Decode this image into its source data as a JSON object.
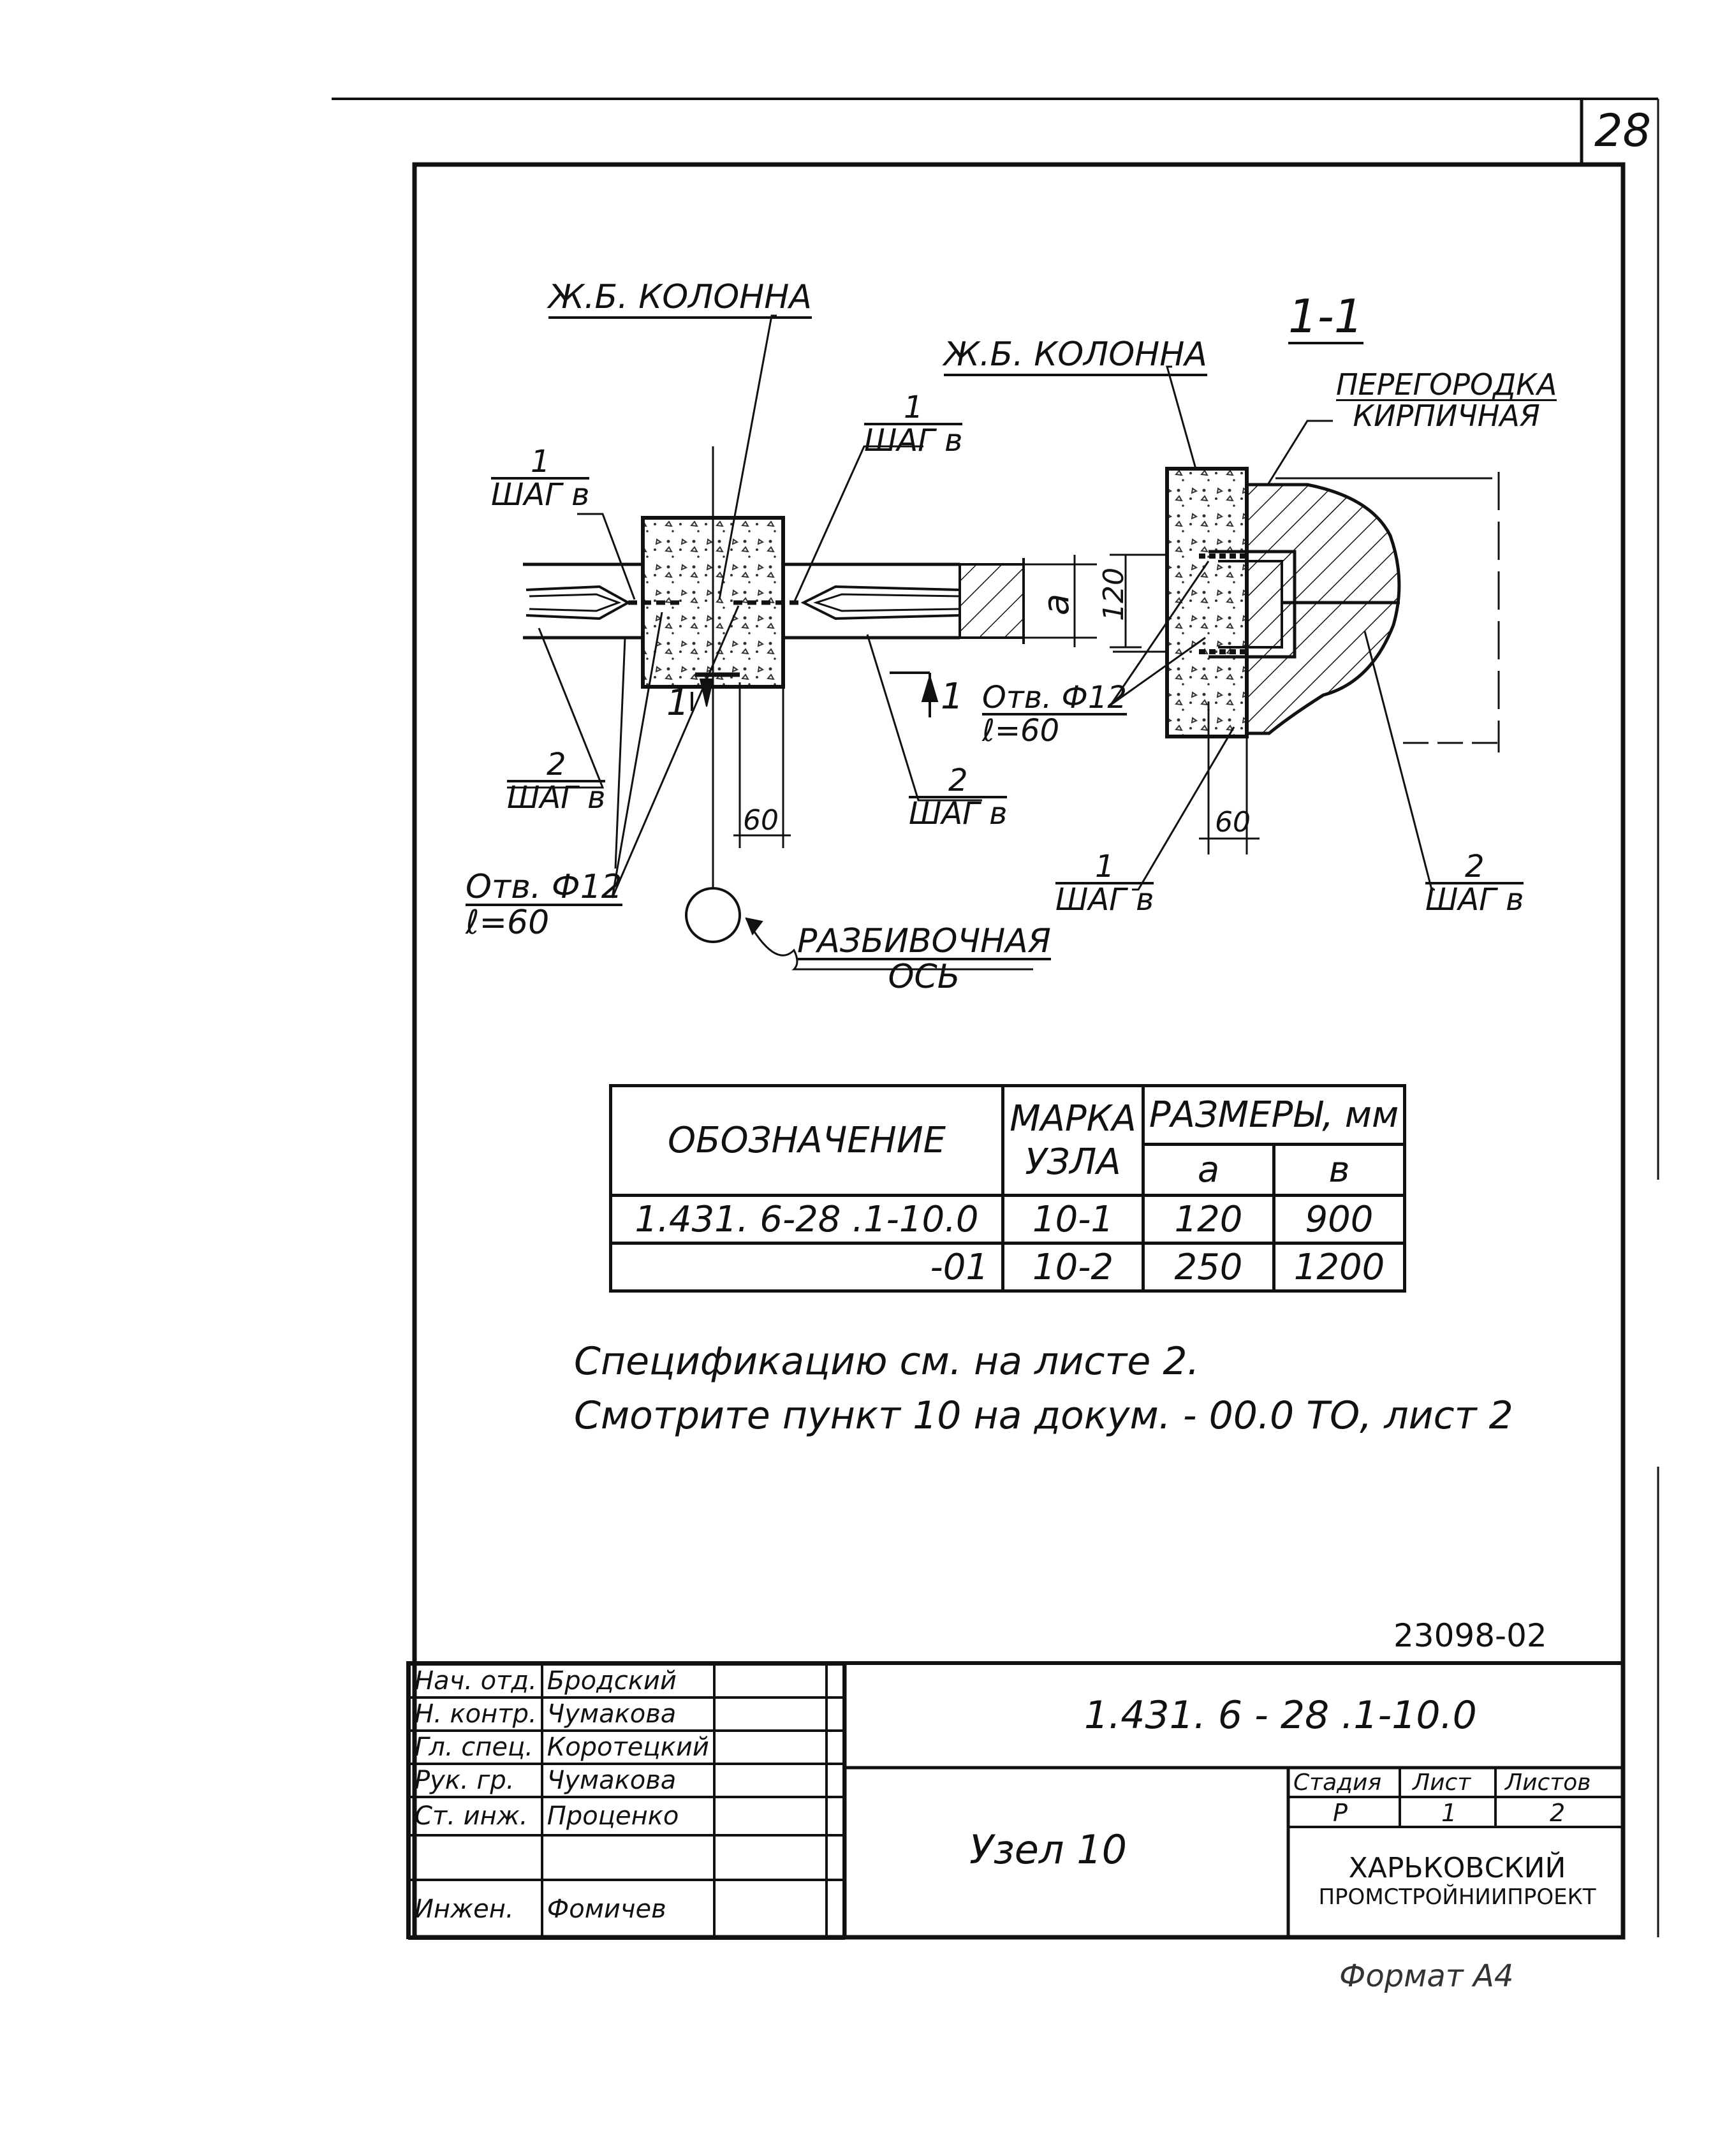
{
  "sheet": {
    "page_number": "28",
    "archive_number": "23098-02",
    "format_note": "Формат А4"
  },
  "plan_view": {
    "column_label": "Ж.Б. КОЛОННА",
    "rebar_1_top": {
      "mark": "1",
      "step": "ШАГ в"
    },
    "rebar_1_left": {
      "mark": "1",
      "step": "ШАГ в"
    },
    "rebar_2_left": {
      "mark": "2",
      "step": "ШАГ в"
    },
    "rebar_2_right": {
      "mark": "2",
      "step": "ШАГ в"
    },
    "hole_label": {
      "line1": "Отв. Ф12",
      "line2": "ℓ=60"
    },
    "hole_label_right": {
      "line1": "Отв. Ф12",
      "line2": "ℓ=60"
    },
    "axis_label": {
      "line1": "РАЗБИВОЧНАЯ",
      "line2": "ОСЬ"
    },
    "dim_60": "60",
    "dim_a": "a",
    "dim_120": "120",
    "section_mark_left": "1",
    "section_mark_right": "1"
  },
  "section_view": {
    "title": "1-1",
    "column_label": "Ж.Б. КОЛОННА",
    "partition_label": {
      "line1": "ПЕРЕГОРОДКА",
      "line2": "КИРПИЧНАЯ"
    },
    "dim_60": "60",
    "rebar_1": {
      "mark": "1",
      "step": "ШАГ в"
    },
    "rebar_2": {
      "mark": "2",
      "step": "ШАГ в"
    }
  },
  "spec_table": {
    "col_designation": "ОБОЗНАЧЕНИЕ",
    "col_mark_line1": "МАРКА",
    "col_mark_line2": "УЗЛА",
    "col_sizes": "РАЗМЕРЫ, мм",
    "col_a": "a",
    "col_b": "в",
    "rows": [
      {
        "designation": "1.431. 6-28 .1-10.0",
        "mark": "10-1",
        "a": "120",
        "b": "900"
      },
      {
        "designation": "-01",
        "mark": "10-2",
        "a": "250",
        "b": "1200"
      }
    ]
  },
  "notes": [
    "Спецификацию см. на листе 2.",
    "Смотрите пункт 10 на докум. - 00.0 ТО, лист 2"
  ],
  "title_block": {
    "signatures": [
      {
        "role": "Нач. отд.",
        "name": "Бродский"
      },
      {
        "role": "Н. контр.",
        "name": "Чумакова"
      },
      {
        "role": "Гл. спец.",
        "name": "Коротецкий"
      },
      {
        "role": "Рук. гр.",
        "name": "Чумакова"
      },
      {
        "role": "Ст. инж.",
        "name": "Проценко"
      },
      {
        "role": "",
        "name": ""
      },
      {
        "role": "Инжен.",
        "name": "Фомичев"
      }
    ],
    "document_code": "1.431. 6 - 28 .1-10.0",
    "node_title": "Узел 10",
    "stage_label": "Стадия",
    "sheet_label": "Лист",
    "sheets_label": "Листов",
    "stage_value": "Р",
    "sheet_value": "1",
    "sheets_value": "2",
    "organization_line1": "ХАРЬКОВСКИЙ",
    "organization_line2": "ПРОМСТРОЙНИИПРОЕКТ"
  }
}
